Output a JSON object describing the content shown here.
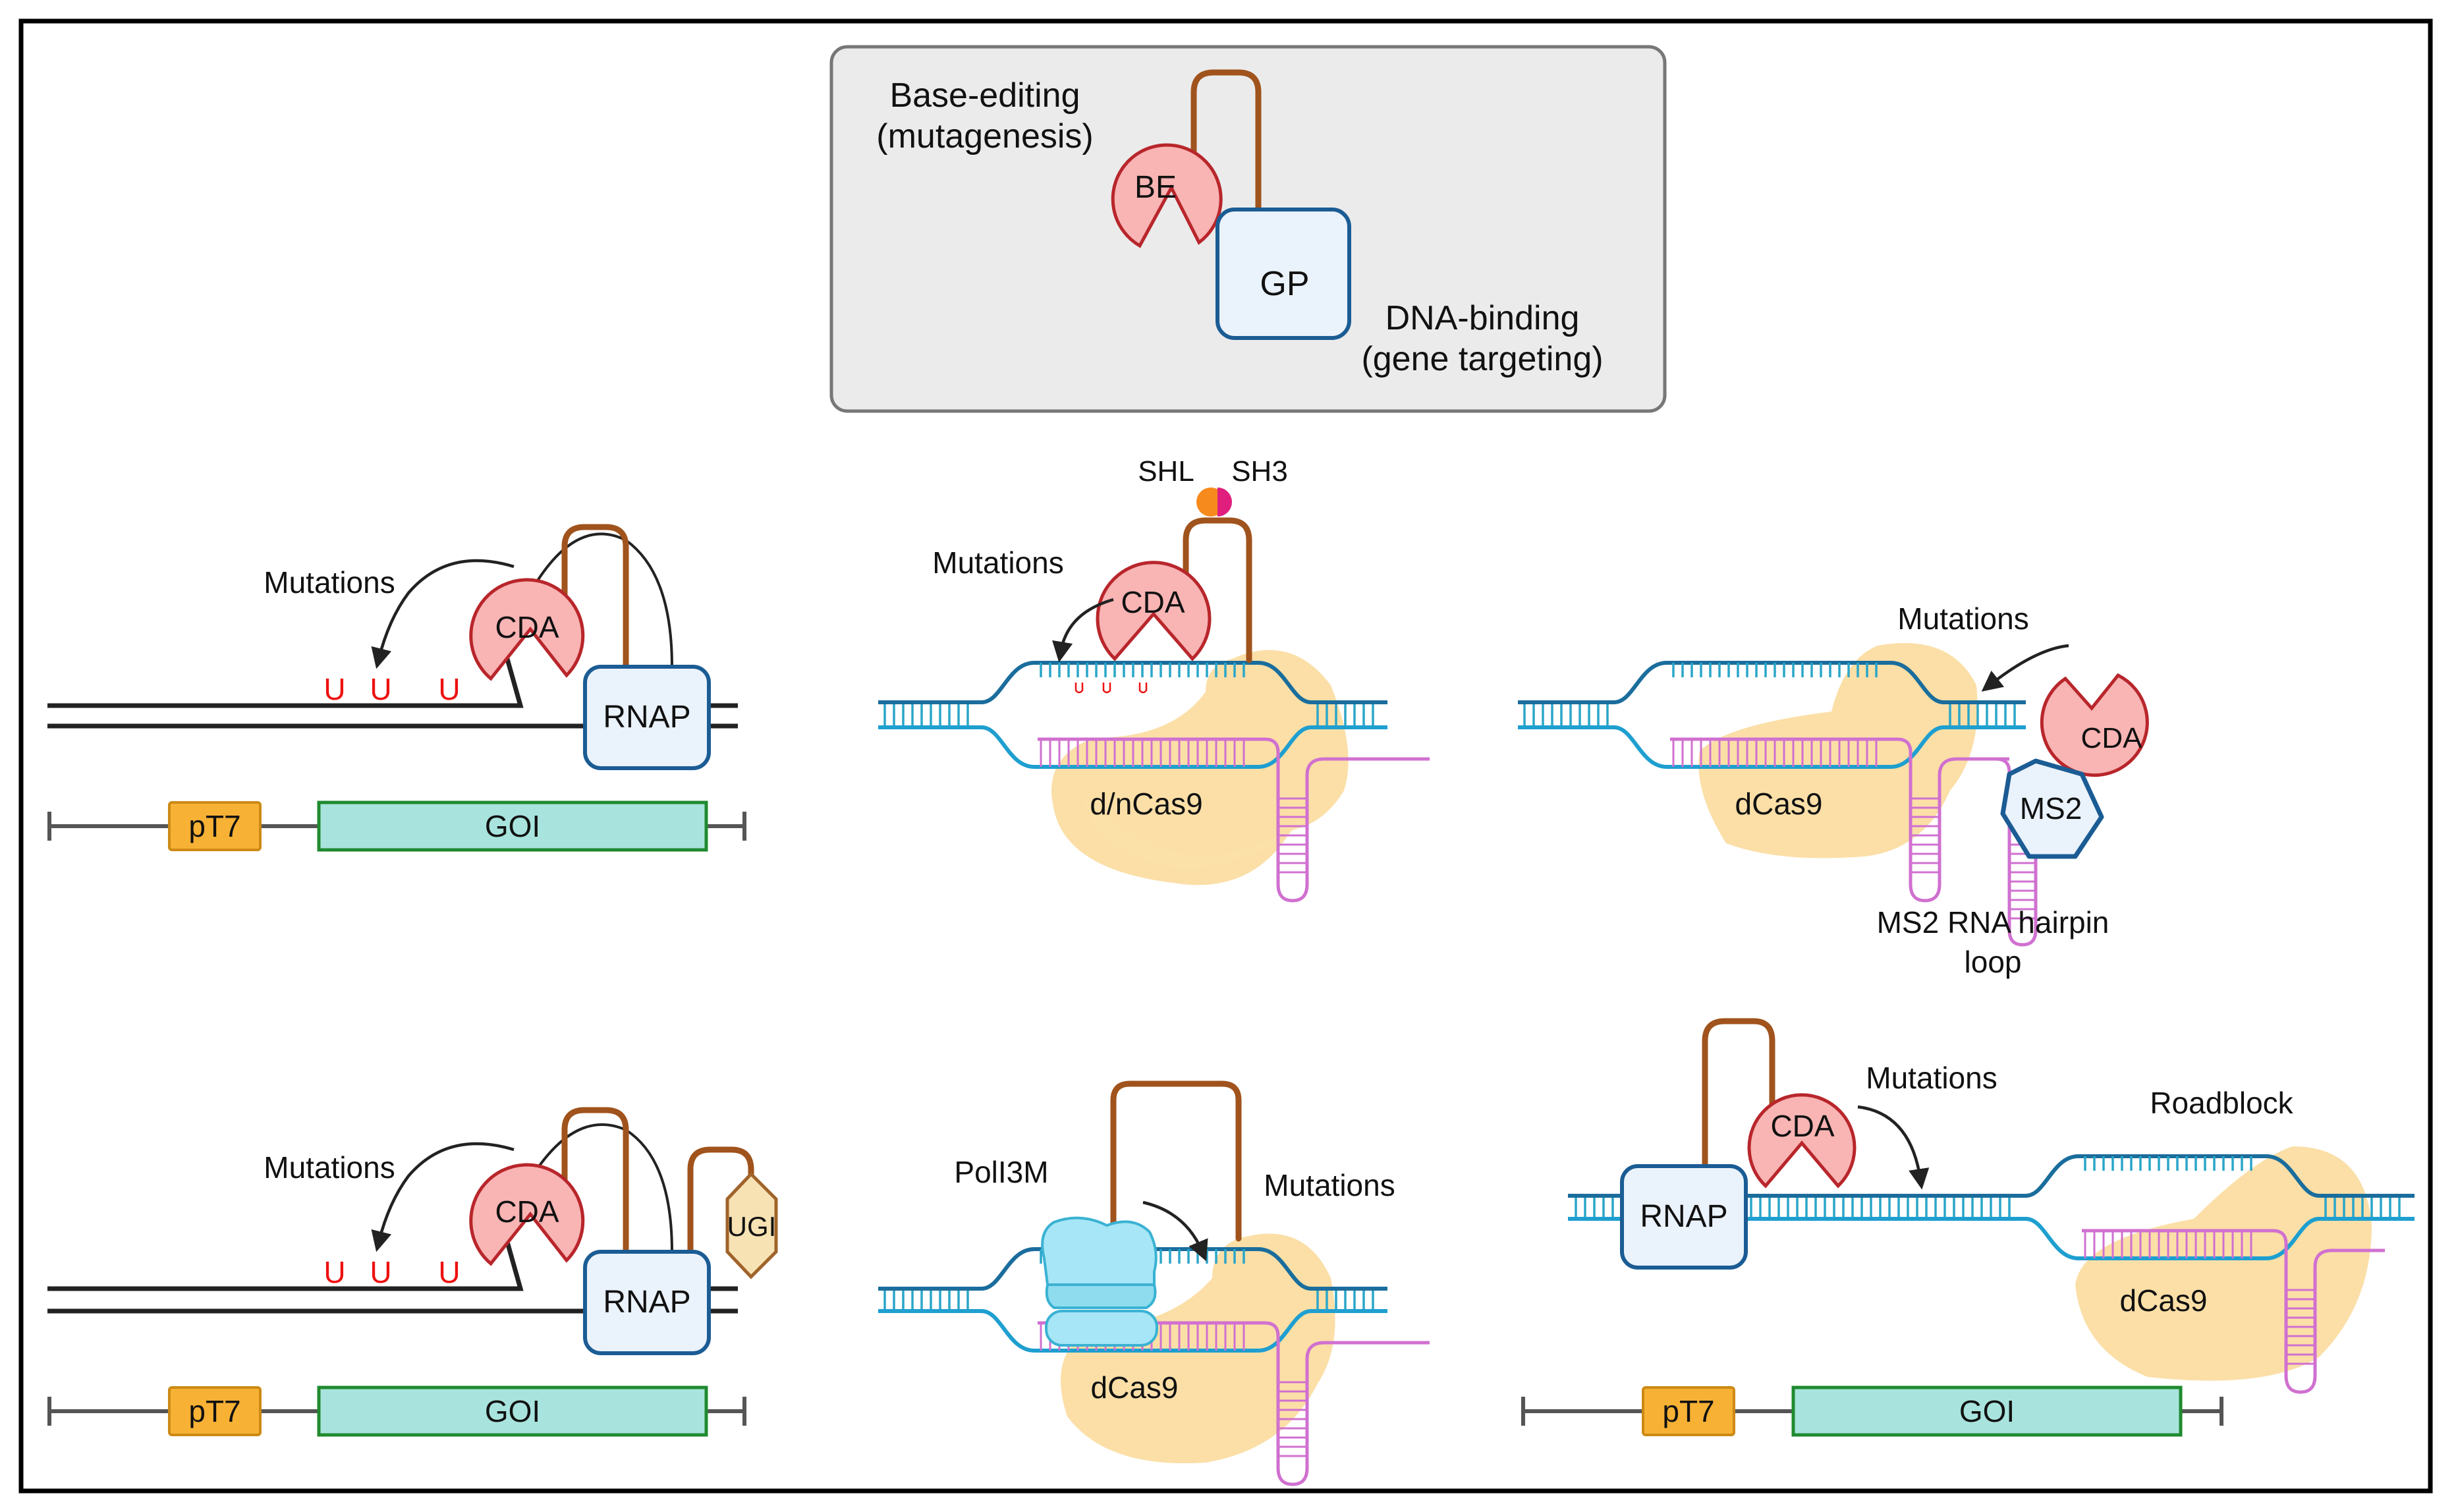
{
  "legend": {
    "base_editing_line1": "Base-editing",
    "base_editing_line2": "(mutagenesis)",
    "be_label": "BE",
    "gp_label": "GP",
    "dna_binding_line1": "DNA-binding",
    "dna_binding_line2": "(gene targeting)"
  },
  "panel_a": {
    "mutations": "Mutations",
    "cda": "CDA",
    "rnap": "RNAP",
    "uracils": [
      "U",
      "U",
      "U"
    ],
    "promoter": "pT7",
    "gene": "GOI"
  },
  "panel_b": {
    "shl": "SHL",
    "sh3": "SH3",
    "mutations": "Mutations",
    "cda": "CDA",
    "cas": "d/nCas9"
  },
  "panel_c": {
    "mutations": "Mutations",
    "cda": "CDA",
    "ms2": "MS2",
    "cas": "dCas9",
    "hairpin_line1": "MS2 RNA hairpin",
    "hairpin_line2": "loop"
  },
  "panel_d": {
    "mutations": "Mutations",
    "cda": "CDA",
    "rnap": "RNAP",
    "ugi": "UGI",
    "uracils": [
      "U",
      "U",
      "U"
    ],
    "promoter": "pT7",
    "gene": "GOI"
  },
  "panel_e": {
    "polymerase": "PolI3M",
    "mutations": "Mutations",
    "cas": "dCas9"
  },
  "panel_f": {
    "rnap": "RNAP",
    "cda": "CDA",
    "mutations": "Mutations",
    "roadblock": "Roadblock",
    "cas": "dCas9",
    "promoter": "pT7",
    "gene": "GOI"
  },
  "colors": {
    "cda_fill": "#f9b4b4",
    "cda_stroke": "#b8262b",
    "rnap_fill": "#eaf2fb",
    "rnap_stroke": "#1b5c94",
    "linker": "#a0531c",
    "promoter_fill": "#f7b135",
    "gene_fill": "#a8e4dd",
    "cas9_fill": "#f9d48a",
    "grna": "#d070d0",
    "uracil": "#e11111",
    "legend_box_fill": "#ebebeb"
  }
}
